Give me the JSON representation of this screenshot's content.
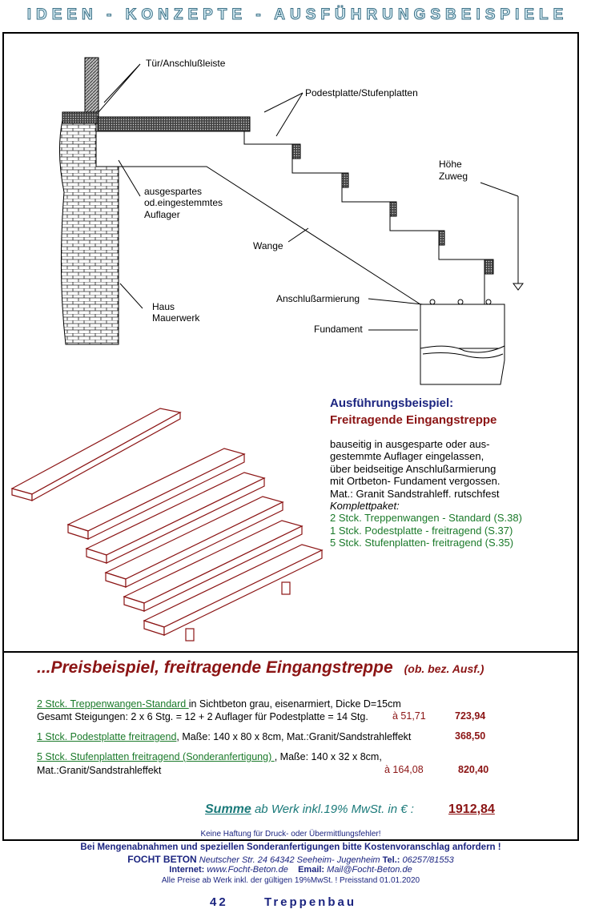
{
  "header": {
    "title": "IDEEN - KONZEPTE - AUSFÜHRUNGSBEISPIELE"
  },
  "diagram": {
    "labels": {
      "door": "Tür/Anschlußleiste",
      "landing": "Podestplatte/Stufenplatten",
      "height1": "Höhe",
      "height2": "Zuweg",
      "support1": "ausgespartes",
      "support2": "od.eingestemmtes",
      "support3": "Auflager",
      "stringer": "Wange",
      "rebar": "Anschlußarmierung",
      "foundation": "Fundament",
      "house1": "Haus",
      "house2": "Mauerwerk"
    }
  },
  "example": {
    "title1": "Ausführungsbeispiel:",
    "title2": "Freitragende Eingangstreppe",
    "lines": [
      "bauseitig in ausgesparte oder aus-",
      "gestemmte Auflager eingelassen,",
      "über beidseitige Anschlußarmierung",
      "mit  Ortbeton- Fundament vergossen.",
      "Mat.: Granit Sandstrahleff. rutschfest"
    ],
    "package_label": "Komplettpaket:",
    "package_items": [
      "2 Stck. Treppenwangen - Standard (S.38)",
      "1 Stck. Podestplatte - freitragend (S.37)",
      "5 Stck. Stufenplatten- freitragend (S.35)"
    ]
  },
  "pricing": {
    "title": "...Preisbeispiel, freitragende Eingangstreppe",
    "title_note": "(ob. bez. Ausf.)",
    "item1_link": "2 Stck. Treppenwangen-Standard ",
    "item1_text": "in Sichtbeton grau, eisenarmiert, Dicke D=15cm",
    "item1_line2": "Gesamt Steigungen: 2 x 6 Stg. = 12  + 2 Auflager für Podestplatte = 14 Stg.",
    "item1_unit": "à 51,71",
    "item1_amount": "723,94",
    "item2_link": "1 Stck. Podestplatte freitragend",
    "item2_text": ", Maße: 140 x 80 x 8cm, Mat.:Granit/Sandstrahleffekt",
    "item2_amount": "368,50",
    "item3_link": "5 Stck. Stufenplatten freitragend (Sonderanfertigung) ",
    "item3_text": ", Maße: 140 x 32 x 8cm,",
    "item3_line2": "Mat.:Granit/Sandstrahleffekt",
    "item3_unit": "à 164,08",
    "item3_amount": "820,40",
    "sum_label": "Summe",
    "sum_text": "ab Werk inkl.19% MwSt. in  € :",
    "sum_value": "1912,84",
    "disclaimer": "Keine Haftung für Druck- oder Übermittlungsfehler!"
  },
  "footer": {
    "notice": "Bei Mengenabnahmen und speziellen Sonderanfertigungen bitte Kostenvoranschlag anfordern !",
    "company": "FOCHT BETON",
    "address": " Neutscher Str. 24  64342 Seeheim- Jugenheim ",
    "tel_label": "Tel.:",
    "tel": " 06257/81553",
    "internet_label": "Internet:",
    "internet": " www.Focht-Beton.de",
    "email_label": "Email:",
    "email": " Mail@Focht-Beton.de",
    "prices_note": "Alle Preise ab Werk inkl. der gültigen 19%MwSt. !   Preisstand 01.01.2020",
    "page_number": "42",
    "section": "Treppenbau"
  },
  "colors": {
    "brick": "#8b1414",
    "blue": "#1c2580",
    "green": "#1b7a2a"
  }
}
